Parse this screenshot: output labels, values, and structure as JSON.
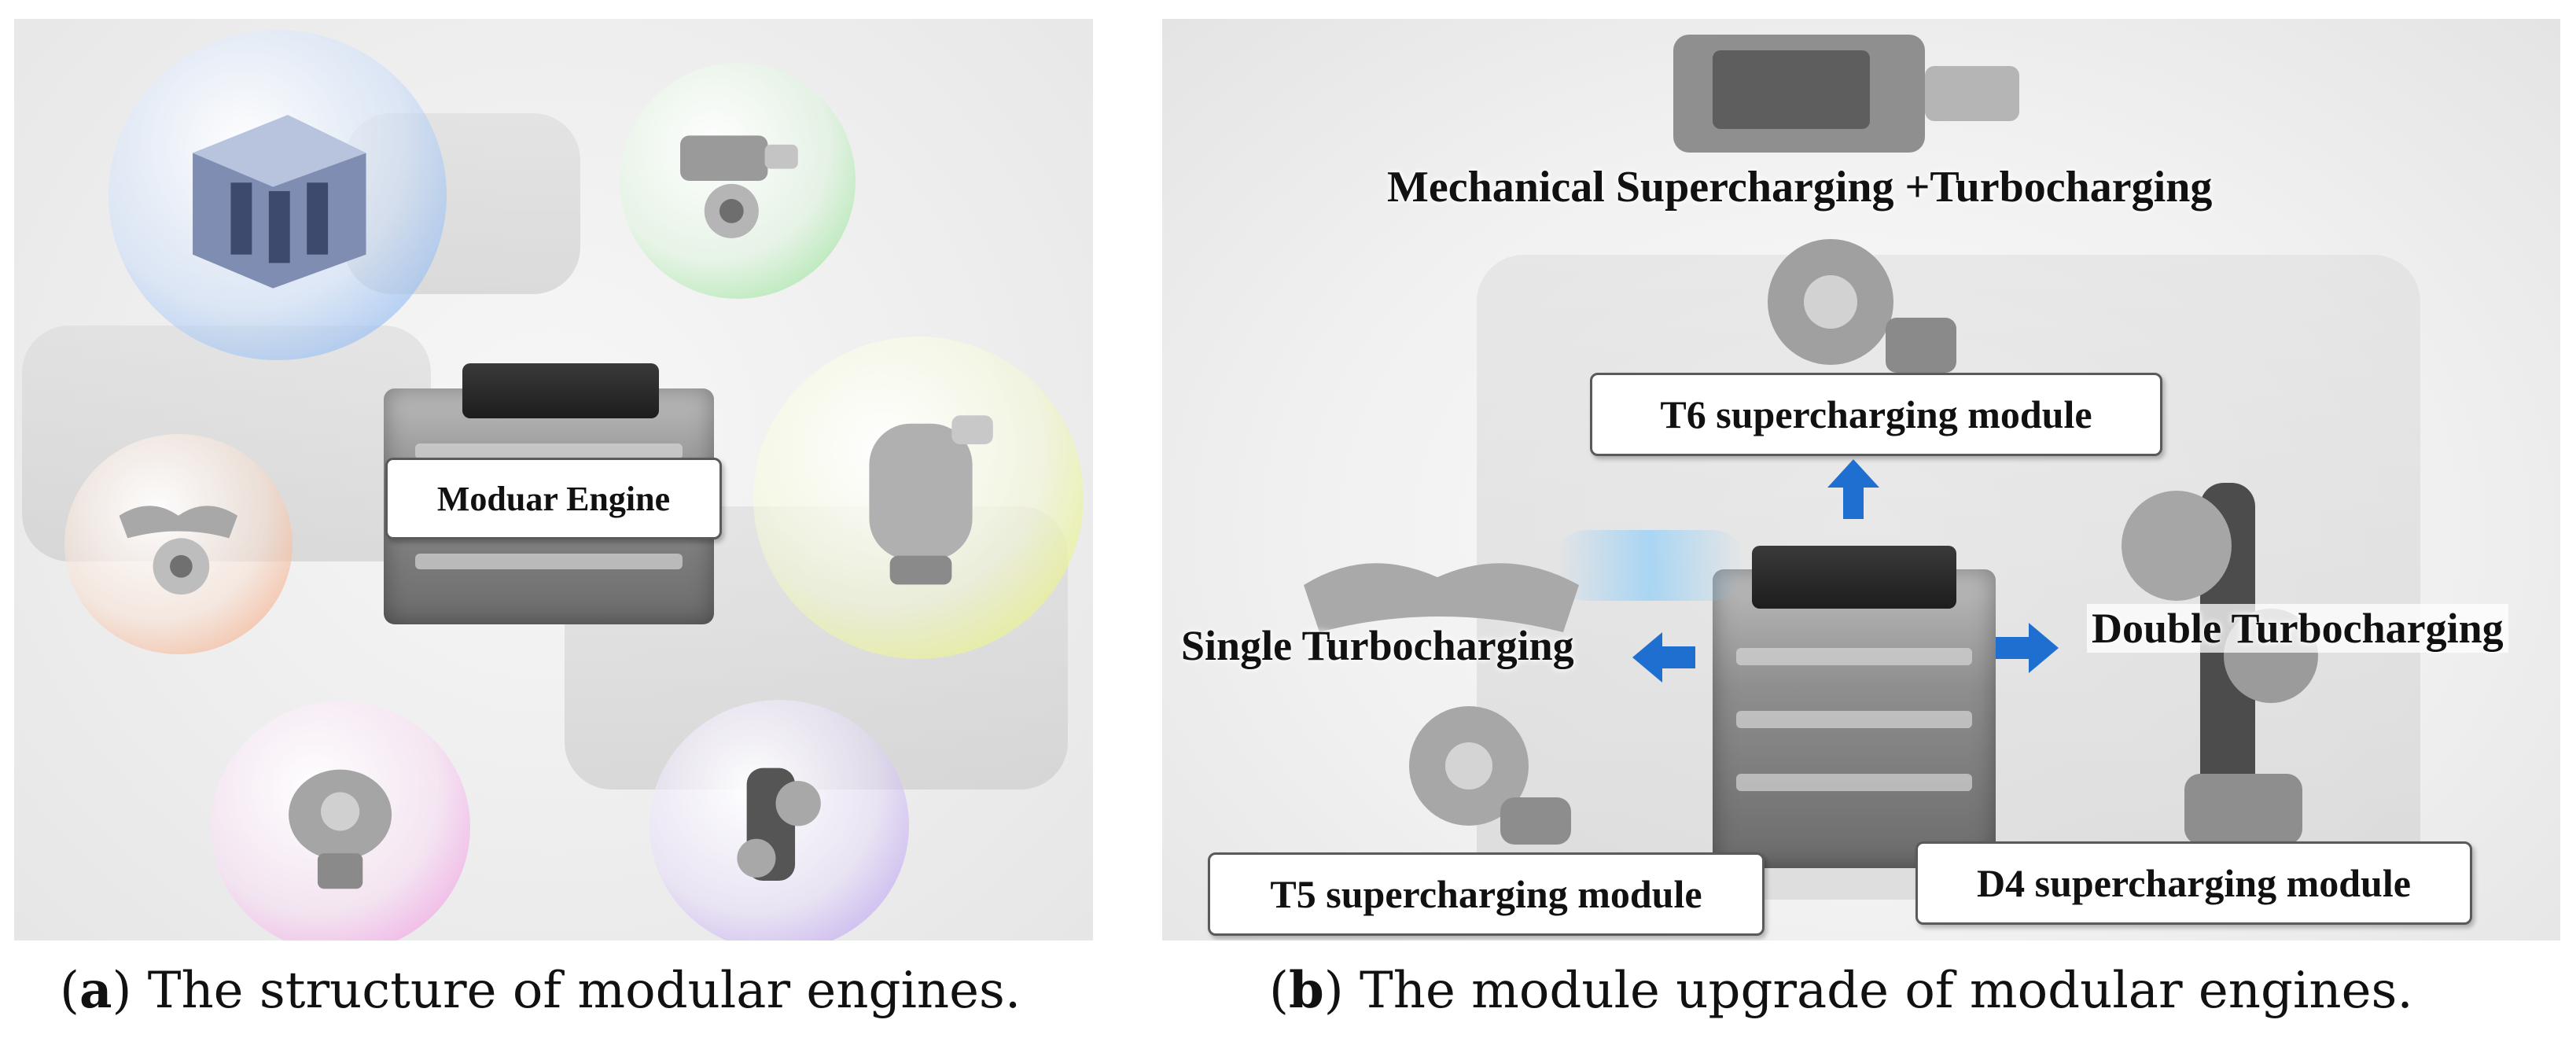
{
  "panel_a": {
    "label": "Moduar Engine",
    "caption_letter": "a",
    "caption_text": "The structure of modular engines."
  },
  "panel_b": {
    "labels": {
      "mech": "Mechanical Supercharging +Turbocharging",
      "t6": "T6 supercharging module",
      "single": "Single Turbocharging",
      "double": "Double Turbocharging",
      "t5": "T5 supercharging module",
      "d4": "D4 supercharging module"
    },
    "caption_letter": "b",
    "caption_text": "The module upgrade of modular engines."
  },
  "colors": {
    "bubble_blue": "#7fb0ee",
    "bubble_green": "#8fe08f",
    "bubble_orange": "#f2a37a",
    "bubble_yellow": "#e4ee6a",
    "bubble_pink": "#ef8fe0",
    "bubble_purple": "#b596ee",
    "arrow_blue": "#1f6fd1"
  }
}
